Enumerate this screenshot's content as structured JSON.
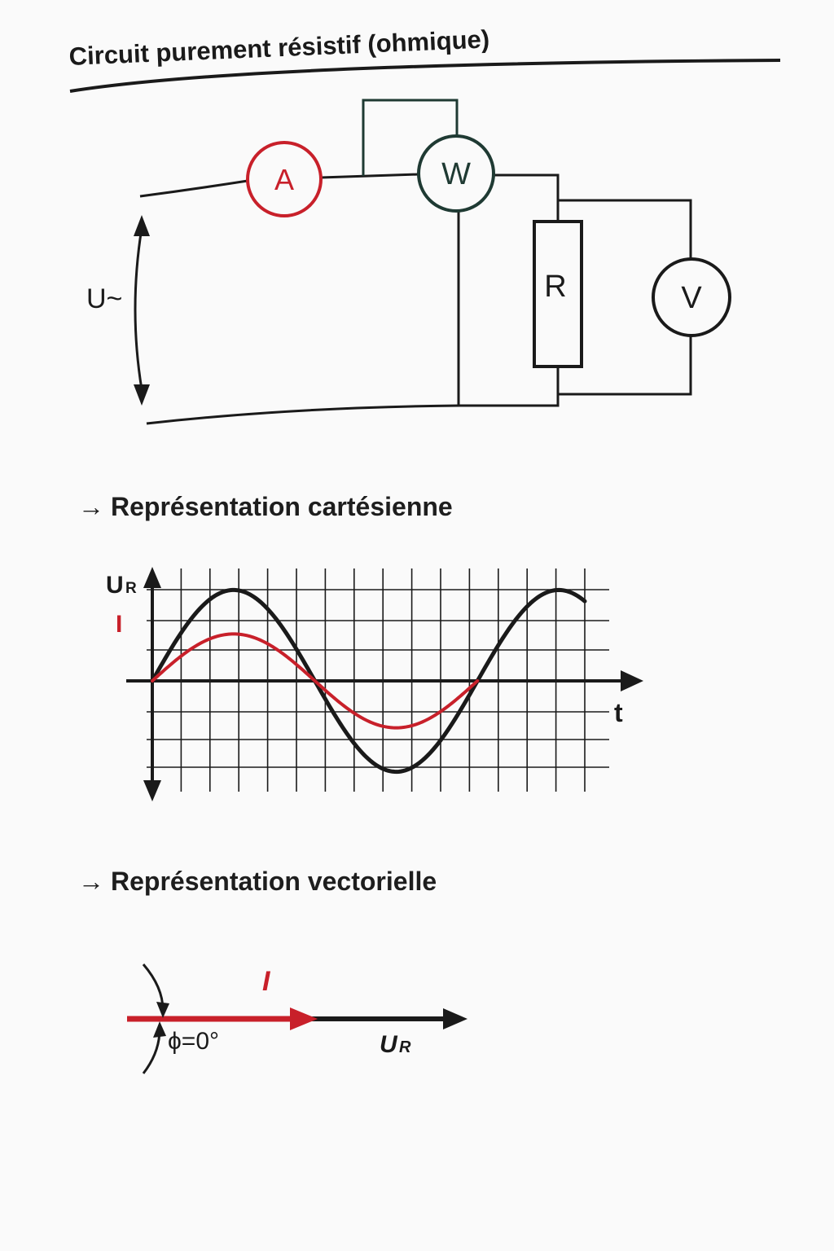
{
  "title": "Circuit purement résistif (ohmique)",
  "circuit": {
    "source_label": "U~",
    "ammeter_label": "A",
    "wattmeter_label": "W",
    "resistor_label": "R",
    "voltmeter_label": "V"
  },
  "cartesian": {
    "heading": "Représentation cartésienne",
    "arrow_glyph": "→"
  },
  "vector": {
    "heading": "Représentation vectorielle",
    "arrow_glyph": "→",
    "current_label": "I",
    "voltage_label": "U",
    "voltage_sub": "R",
    "phase_label": "ϕ=0°"
  },
  "chart_data": {
    "type": "line",
    "ylabel_main": "U",
    "ylabel_sub": "R",
    "ylabel_secondary": "I",
    "xlabel": "t",
    "x": [
      0,
      0.125,
      0.25,
      0.375,
      0.5,
      0.625,
      0.75,
      0.875,
      1,
      1.125,
      1.25,
      1.375
    ],
    "series": [
      {
        "color": "#1a1a1a",
        "amplitude": 3.1,
        "phase": 0
      },
      {
        "color": "#c8202a",
        "amplitude": 1.6,
        "phase": 0
      }
    ],
    "period": 1,
    "x_range": [
      0,
      1.33
    ],
    "y_range": [
      -3.5,
      3.5
    ],
    "grid": true
  },
  "colors": {
    "ink": "#1a1a1a",
    "accent_red": "#c8202a",
    "wattmeter": "#1f3a33"
  }
}
